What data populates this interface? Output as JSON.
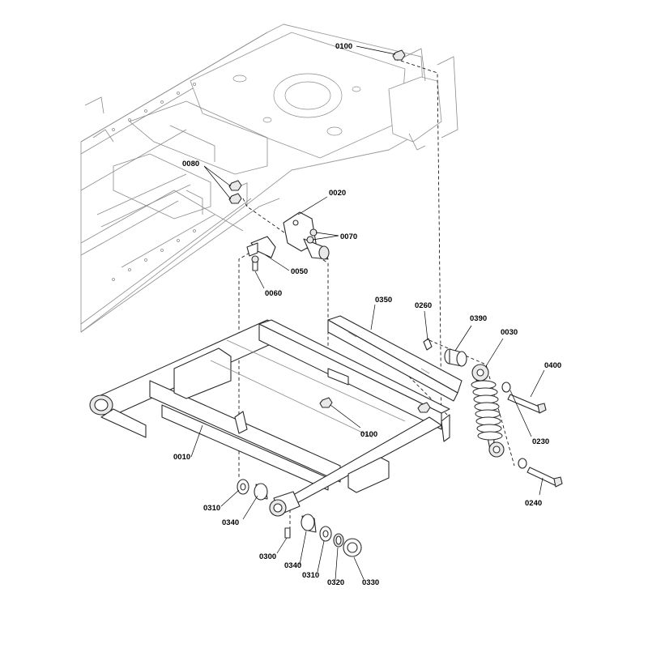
{
  "diagram": {
    "callouts": {
      "c0100a": "0100",
      "c0080": "0080",
      "c0020": "0020",
      "c0070": "0070",
      "c0050": "0050",
      "c0060": "0060",
      "c0350": "0350",
      "c0260": "0260",
      "c0390": "0390",
      "c0030": "0030",
      "c0400": "0400",
      "c0100b": "0100",
      "c0230": "0230",
      "c0010": "0010",
      "c0240": "0240",
      "c0310a": "0310",
      "c0340a": "0340",
      "c0300": "0300",
      "c0340b": "0340",
      "c0310b": "0310",
      "c0320": "0320",
      "c0330": "0330"
    }
  }
}
